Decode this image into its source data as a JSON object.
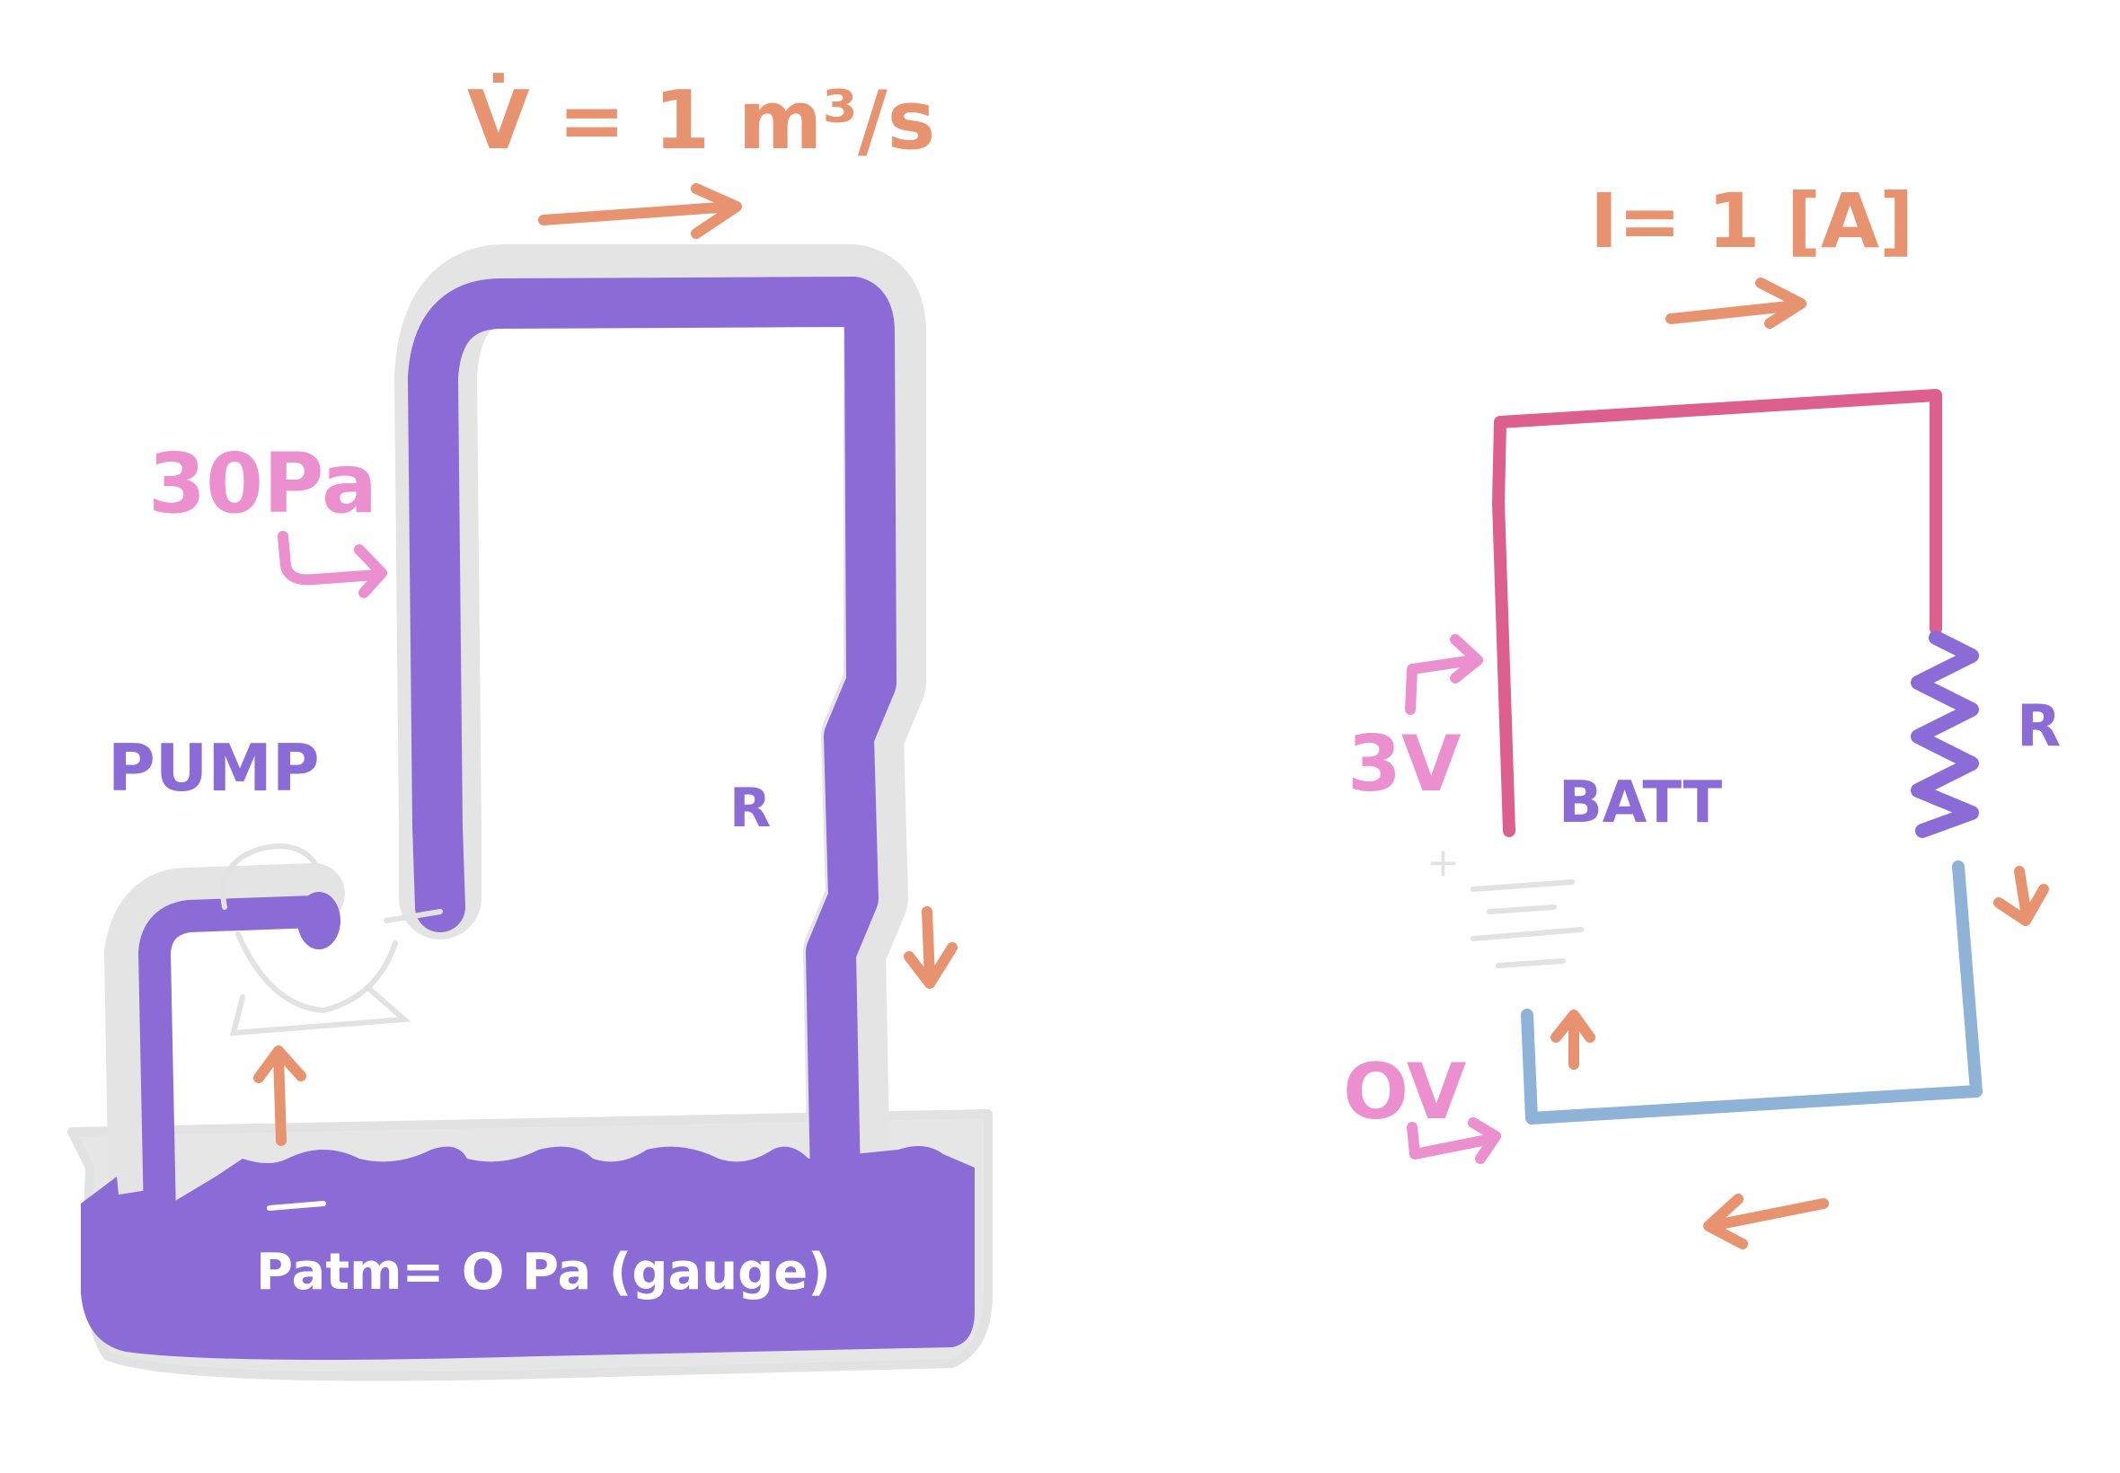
{
  "colors": {
    "purple": "#8b6cd6",
    "orange": "#e8936f",
    "pink": "#ec8fcf",
    "magenta": "#dc5f8c",
    "blue": "#8fb3d6",
    "outline": "#e2e2e2"
  },
  "water_circuit": {
    "flow_label": "V̇ = 1 m³/s",
    "pressure_label": "30Pa",
    "pump_label": "PUMP",
    "resistor_label": "R",
    "reservoir_label": "Patm= O Pa (gauge)"
  },
  "electric_circuit": {
    "current_label": "I= 1 [A]",
    "voltage_high_label": "3V",
    "voltage_low_label": "OV",
    "battery_label": "BATT",
    "battery_plus": "+",
    "resistor_label": "R"
  }
}
